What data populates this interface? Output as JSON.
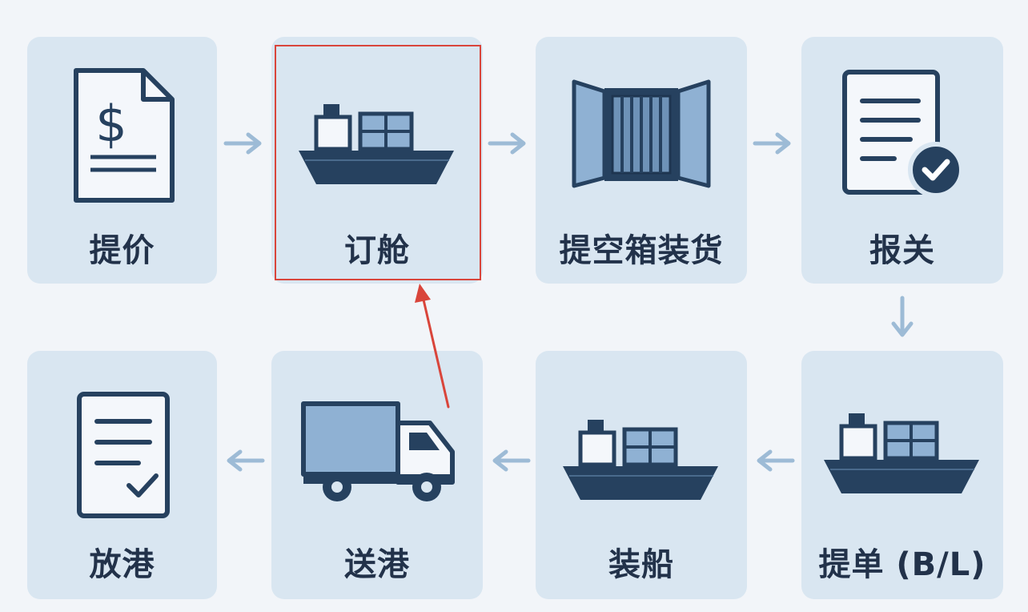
{
  "steps": [
    {
      "label": "提价",
      "icon": "invoice-dollar-icon"
    },
    {
      "label": "订舱",
      "icon": "cargo-ship-icon"
    },
    {
      "label": "提空箱装货",
      "icon": "open-container-icon"
    },
    {
      "label": "报关",
      "icon": "document-check-icon"
    },
    {
      "label": "提单 (B/L)",
      "icon": "cargo-ship-icon"
    },
    {
      "label": "装船",
      "icon": "cargo-ship-icon"
    },
    {
      "label": "送港",
      "icon": "delivery-truck-icon"
    },
    {
      "label": "放港",
      "icon": "checklist-document-icon"
    }
  ],
  "colors": {
    "background": "#f2f5f9",
    "card": "#d9e6f1",
    "icon_dark": "#26415f",
    "icon_light": "#8fb1d3",
    "arrow": "#9dbbd6",
    "highlight": "#d9453b"
  }
}
